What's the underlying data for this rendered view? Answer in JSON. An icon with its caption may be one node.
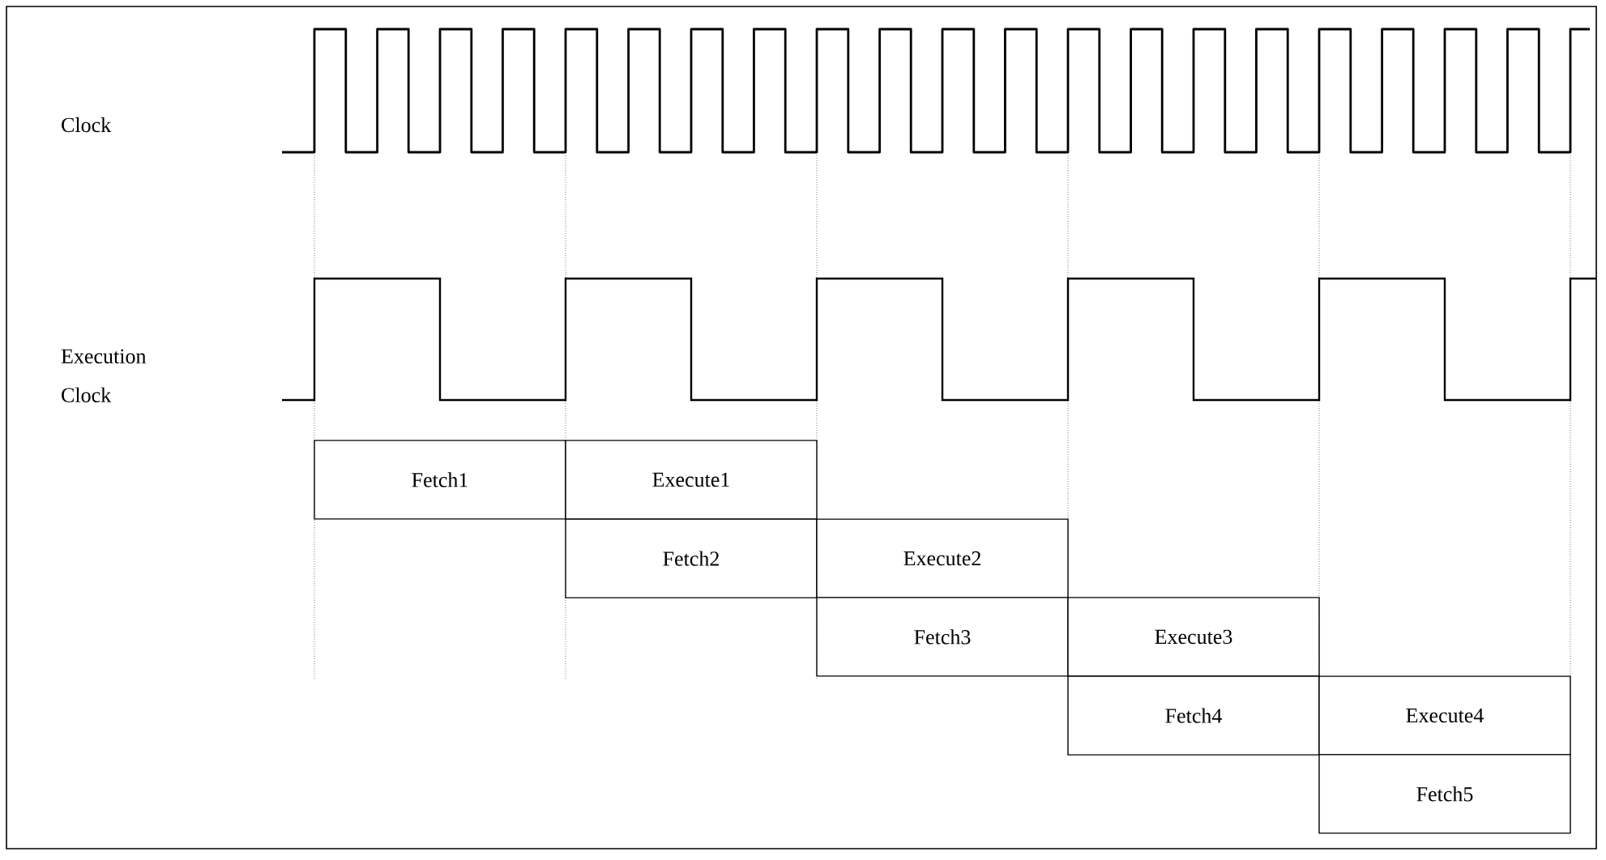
{
  "diagram": {
    "nodes": [
      {
        "text": [
          "Fetch1"
        ]
      },
      {
        "text": [
          "Execute1"
        ]
      },
      {
        "text": [
          "Fetch2"
        ]
      },
      {
        "text": [
          "Execute2"
        ]
      },
      {
        "text": [
          "Fetch3"
        ]
      },
      {
        "text": [
          "Execute3"
        ]
      },
      {
        "text": [
          "Fetch4"
        ]
      },
      {
        "text": [
          "Execute4"
        ]
      },
      {
        "text": [
          "Fetch5"
        ]
      }
    ],
    "labels": [
      "Clock",
      "Execution Clock"
    ]
  }
}
